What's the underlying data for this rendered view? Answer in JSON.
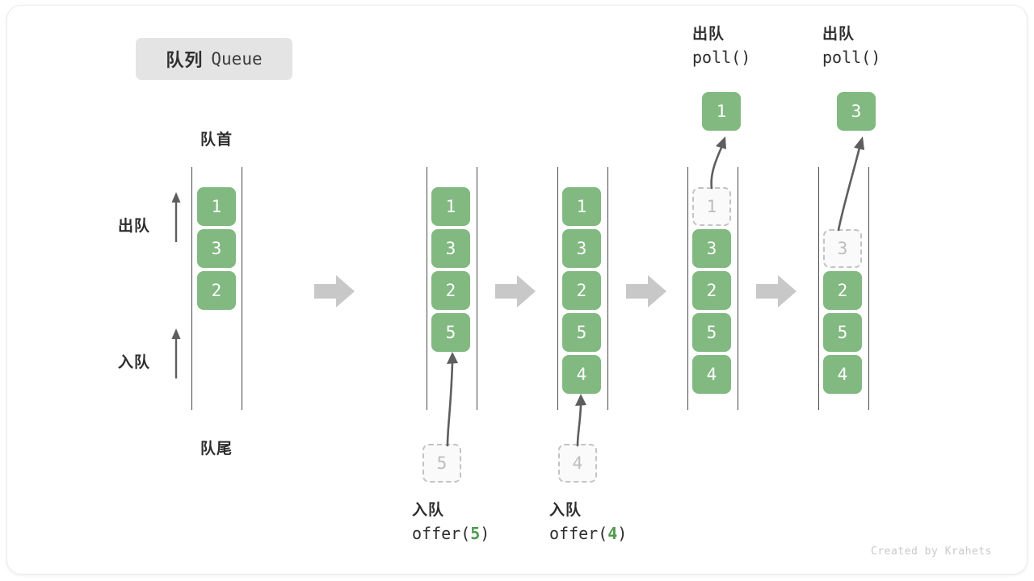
{
  "title": {
    "cn": "队列",
    "en": "Queue"
  },
  "labels": {
    "head": "队首",
    "tail": "队尾",
    "dequeue": "出队",
    "enqueue": "入队"
  },
  "colors": {
    "cell_fill": "#81b981",
    "cell_text": "#ffffff",
    "ghost_border": "#c3c3c3",
    "ghost_text": "#bdbdbd",
    "rail": "#4a4a4a",
    "step_arrow": "#c8c8c8",
    "motion_arrow": "#5e5e5e",
    "badge_bg": "#e4e4e4",
    "accent_green": "#4f9a4f"
  },
  "columns": [
    {
      "name": "initial-queue",
      "cells": [
        {
          "value": "1",
          "state": "filled"
        },
        {
          "value": "3",
          "state": "filled"
        },
        {
          "value": "2",
          "state": "filled"
        }
      ]
    },
    {
      "name": "after-offer-5",
      "cells": [
        {
          "value": "1",
          "state": "filled"
        },
        {
          "value": "3",
          "state": "filled"
        },
        {
          "value": "2",
          "state": "filled"
        },
        {
          "value": "5",
          "state": "filled"
        }
      ],
      "incoming": {
        "value": "5",
        "state": "ghost"
      }
    },
    {
      "name": "after-offer-4",
      "cells": [
        {
          "value": "1",
          "state": "filled"
        },
        {
          "value": "3",
          "state": "filled"
        },
        {
          "value": "2",
          "state": "filled"
        },
        {
          "value": "5",
          "state": "filled"
        },
        {
          "value": "4",
          "state": "filled"
        }
      ],
      "incoming": {
        "value": "4",
        "state": "ghost"
      }
    },
    {
      "name": "after-poll-1",
      "cells": [
        {
          "value": "1",
          "state": "ghost"
        },
        {
          "value": "3",
          "state": "filled"
        },
        {
          "value": "2",
          "state": "filled"
        },
        {
          "value": "5",
          "state": "filled"
        },
        {
          "value": "4",
          "state": "filled"
        }
      ],
      "popped": {
        "value": "1",
        "state": "filled"
      }
    },
    {
      "name": "after-poll-3",
      "cells": [
        {
          "value": "3",
          "state": "ghost"
        },
        {
          "value": "2",
          "state": "filled"
        },
        {
          "value": "5",
          "state": "filled"
        },
        {
          "value": "4",
          "state": "filled"
        }
      ],
      "popped": {
        "value": "3",
        "state": "filled"
      }
    }
  ],
  "operations": {
    "offer5": {
      "cn": "入队",
      "fn": "offer(",
      "arg": "5",
      "close": ")"
    },
    "offer4": {
      "cn": "入队",
      "fn": "offer(",
      "arg": "4",
      "close": ")"
    },
    "poll1": {
      "cn": "出队",
      "code": "poll()"
    },
    "poll2": {
      "cn": "出队",
      "code": "poll()"
    }
  },
  "credit": "Created by Krahets"
}
